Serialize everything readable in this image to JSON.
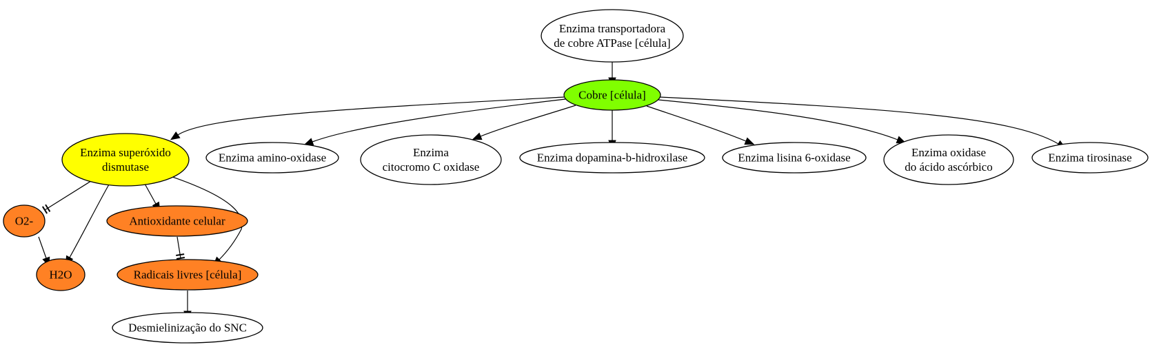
{
  "colors": {
    "green": "#80ff00",
    "yellow": "#ffff00",
    "orange": "#ff8124",
    "white": "#ffffff"
  },
  "nodes": [
    {
      "id": "atpase",
      "lines": [
        "Enzima transportadora",
        "de cobre ATPase [célula]"
      ],
      "color": "white"
    },
    {
      "id": "cobre",
      "lines": [
        "Cobre [célula]"
      ],
      "color": "green"
    },
    {
      "id": "sod",
      "lines": [
        "Enzima superóxido",
        "dismutase"
      ],
      "color": "yellow"
    },
    {
      "id": "amino",
      "lines": [
        "Enzima amino-oxidase"
      ],
      "color": "white"
    },
    {
      "id": "citocromo",
      "lines": [
        "Enzima",
        "citocromo C oxidase"
      ],
      "color": "white"
    },
    {
      "id": "dopamina",
      "lines": [
        "Enzima dopamina-b-hidroxilase"
      ],
      "color": "white"
    },
    {
      "id": "lisina",
      "lines": [
        "Enzima lisina 6-oxidase"
      ],
      "color": "white"
    },
    {
      "id": "ascorbico",
      "lines": [
        "Enzima oxidase",
        "do ácido ascórbico"
      ],
      "color": "white"
    },
    {
      "id": "tirosinase",
      "lines": [
        "Enzima tirosinase"
      ],
      "color": "white"
    },
    {
      "id": "o2",
      "lines": [
        "O2-"
      ],
      "color": "orange"
    },
    {
      "id": "antioxidante",
      "lines": [
        "Antioxidante celular"
      ],
      "color": "orange"
    },
    {
      "id": "h2o",
      "lines": [
        "H2O"
      ],
      "color": "orange"
    },
    {
      "id": "radicais",
      "lines": [
        "Radicais livres [célula]"
      ],
      "color": "orange"
    },
    {
      "id": "desmielinizacao",
      "lines": [
        "Desmielinização do SNC"
      ],
      "color": "white"
    }
  ],
  "edges": [
    {
      "from": "atpase",
      "to": "cobre",
      "type": "arrow"
    },
    {
      "from": "cobre",
      "to": "sod",
      "type": "arrow"
    },
    {
      "from": "cobre",
      "to": "amino",
      "type": "arrow"
    },
    {
      "from": "cobre",
      "to": "citocromo",
      "type": "arrow"
    },
    {
      "from": "cobre",
      "to": "dopamina",
      "type": "arrow"
    },
    {
      "from": "cobre",
      "to": "lisina",
      "type": "arrow"
    },
    {
      "from": "cobre",
      "to": "ascorbico",
      "type": "arrow"
    },
    {
      "from": "cobre",
      "to": "tirosinase",
      "type": "arrow"
    },
    {
      "from": "sod",
      "to": "o2",
      "type": "inhibit"
    },
    {
      "from": "sod",
      "to": "h2o",
      "type": "arrow"
    },
    {
      "from": "sod",
      "to": "antioxidante",
      "type": "arrow"
    },
    {
      "from": "sod",
      "to": "radicais",
      "type": "arrow"
    },
    {
      "from": "o2",
      "to": "h2o",
      "type": "arrow"
    },
    {
      "from": "antioxidante",
      "to": "radicais",
      "type": "inhibit"
    },
    {
      "from": "radicais",
      "to": "desmielinizacao",
      "type": "arrow"
    }
  ]
}
